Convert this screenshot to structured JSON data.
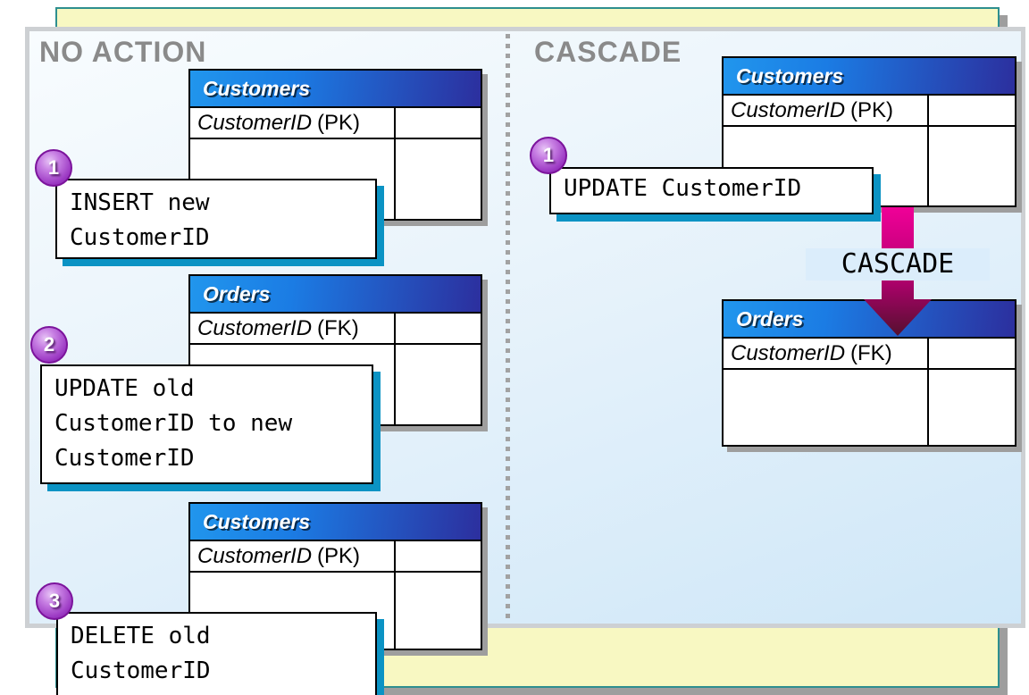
{
  "sections": {
    "left": {
      "heading": "NO ACTION"
    },
    "right": {
      "heading": "CASCADE"
    }
  },
  "tables": [
    {
      "title": "Customers",
      "field": "CustomerID",
      "field_suffix": "(PK)"
    },
    {
      "title": "Orders",
      "field": "CustomerID",
      "field_suffix": "(FK)"
    },
    {
      "title": "Customers",
      "field": "CustomerID",
      "field_suffix": "(PK)"
    },
    {
      "title": "Customers",
      "field": "CustomerID",
      "field_suffix": "(PK)"
    },
    {
      "title": "Orders",
      "field": "CustomerID",
      "field_suffix": "(FK)"
    }
  ],
  "steps": [
    {
      "number": "1",
      "text": "INSERT new\nCustomerID"
    },
    {
      "number": "2",
      "text": "UPDATE old\nCustomerID to new\nCustomerID"
    },
    {
      "number": "3",
      "text": "DELETE old\nCustomerID"
    },
    {
      "number": "1",
      "text": "UPDATE CustomerID"
    }
  ],
  "arrow": {
    "label": "CASCADE"
  },
  "colors": {
    "table_header_left": "#2196ed",
    "table_header_right": "#2c2f9e",
    "callout_shadow": "#0b93c4",
    "badge_purple": "#9d3bc4",
    "arrow_top": "#f00098",
    "arrow_bottom": "#55102f",
    "page_yellow": "#f8f8c2",
    "panel_blue": "#cfe7f8",
    "heading_gray": "#8a8a8a"
  }
}
